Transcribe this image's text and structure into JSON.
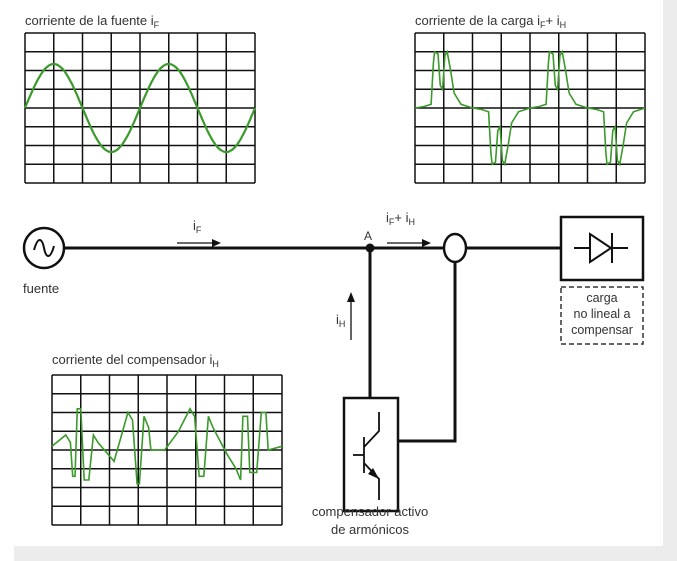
{
  "graphs": {
    "source": {
      "title": "corriente de la fuente i",
      "sub": "F"
    },
    "load": {
      "title": "corriente de la carga i",
      "sub1": "F",
      "plus": "+ i",
      "sub2": "H"
    },
    "compensator": {
      "title": "corriente del compensador i",
      "sub": "H"
    }
  },
  "labels": {
    "source": "fuente",
    "node": "A",
    "i_f": "i",
    "i_f_sub": "F",
    "i_fh": "i",
    "i_fh_sub1": "F",
    "i_fh_plus": "+ i",
    "i_fh_sub2": "H",
    "i_h": "i",
    "i_h_sub": "H",
    "load_line1": "carga",
    "load_line2": "no lineal a",
    "load_line3": "compensar",
    "comp_line1": "compensador activo",
    "comp_line2": "de armónicos"
  },
  "colors": {
    "wave": "#3a9a2a",
    "line": "#111111",
    "bg_strip": "#ececec"
  }
}
